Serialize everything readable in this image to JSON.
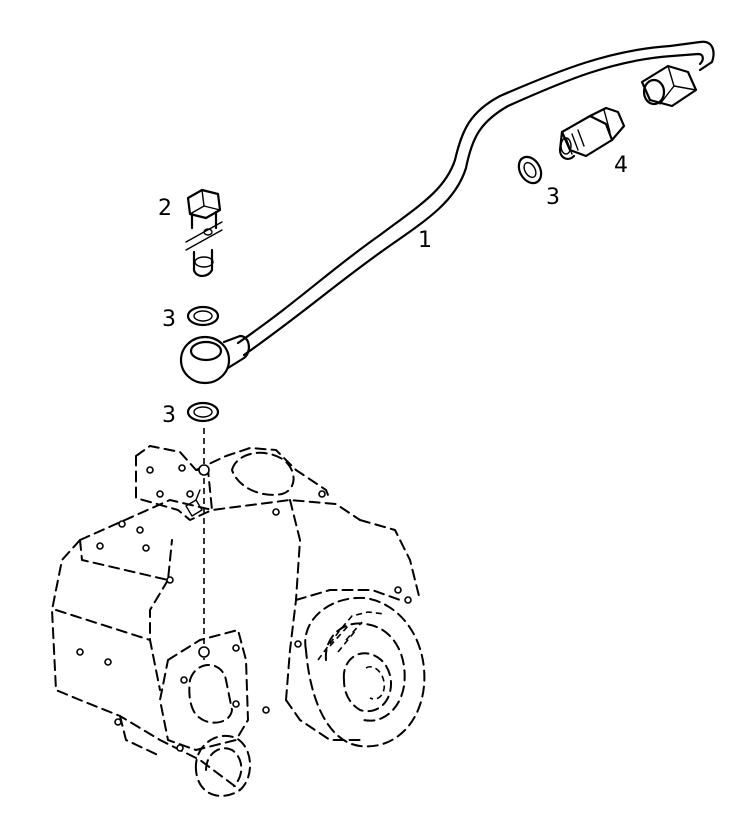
{
  "diagram": {
    "callouts": [
      {
        "id": "tube",
        "label": "1"
      },
      {
        "id": "banjo-bolt",
        "label": "2"
      },
      {
        "id": "washer-upper",
        "label": "3"
      },
      {
        "id": "washer-lower",
        "label": "3"
      },
      {
        "id": "washer-adapter",
        "label": "3"
      },
      {
        "id": "adapter-fitting",
        "label": "4"
      }
    ],
    "line_color": "#000000",
    "background": "#ffffff"
  }
}
